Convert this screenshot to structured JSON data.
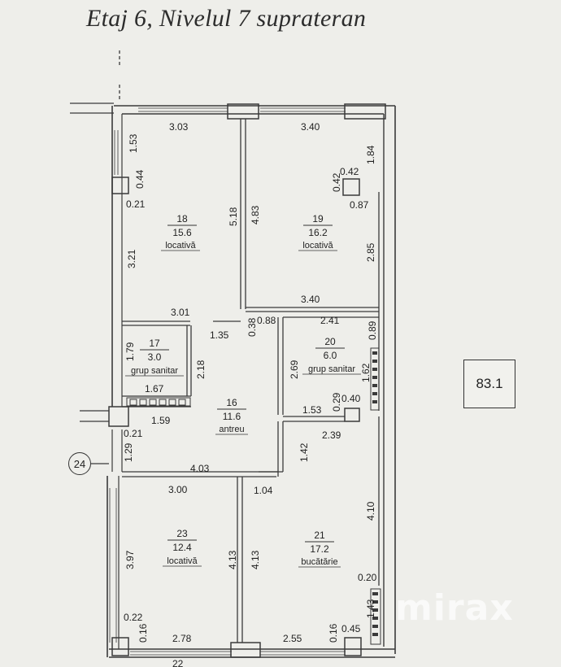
{
  "title": "Etaj 6, Nivelul 7 suprateran",
  "total_area": "83.1",
  "axis_label": "24",
  "watermark": "mirax",
  "rooms": {
    "r18": {
      "num": "18",
      "area": "15.6",
      "label": "locativă"
    },
    "r19": {
      "num": "19",
      "area": "16.2",
      "label": "locativă"
    },
    "r17": {
      "num": "17",
      "area": "3.0",
      "label": "grup sanitar"
    },
    "r20": {
      "num": "20",
      "area": "6.0",
      "label": "grup sanitar"
    },
    "r16": {
      "num": "16",
      "area": "11.6",
      "label": "antreu"
    },
    "r23": {
      "num": "23",
      "area": "12.4",
      "label": "locativă"
    },
    "r21": {
      "num": "21",
      "area": "17.2",
      "label": "bucătărie"
    }
  },
  "dims": {
    "d_303": "3.03",
    "d_340_top": "3.40",
    "d_153": "1.53",
    "d_184": "1.84",
    "d_044": "0.44",
    "d_042a": "0.42",
    "d_042b": "0.42",
    "d_021a": "0.21",
    "d_087": "0.87",
    "d_518": "5.18",
    "d_483": "4.83",
    "d_321": "3.21",
    "d_285": "2.85",
    "d_340_mid": "3.40",
    "d_301": "3.01",
    "d_088": "0.88",
    "d_241": "2.41",
    "d_038": "0.38",
    "d_089": "0.89",
    "d_135": "1.35",
    "d_179": "1.79",
    "d_218": "2.18",
    "d_269": "2.69",
    "d_162": "1.62",
    "d_167": "1.67",
    "d_029": "0.29",
    "d_040": "0.40",
    "d_153b": "1.53",
    "d_159": "1.59",
    "d_021b": "0.21",
    "d_239": "2.39",
    "d_129": "1.29",
    "d_142": "1.42",
    "d_403": "4.03",
    "d_300": "3.00",
    "d_104": "1.04",
    "d_410": "4.10",
    "d_397": "3.97",
    "d_413a": "4.13",
    "d_413b": "4.13",
    "d_020": "0.20",
    "d_022": "0.22",
    "d_016a": "0.16",
    "d_143": "1.43",
    "d_278": "2.78",
    "d_255": "2.55",
    "d_016b": "0.16",
    "d_045": "0.45",
    "d_bottom": "22"
  }
}
